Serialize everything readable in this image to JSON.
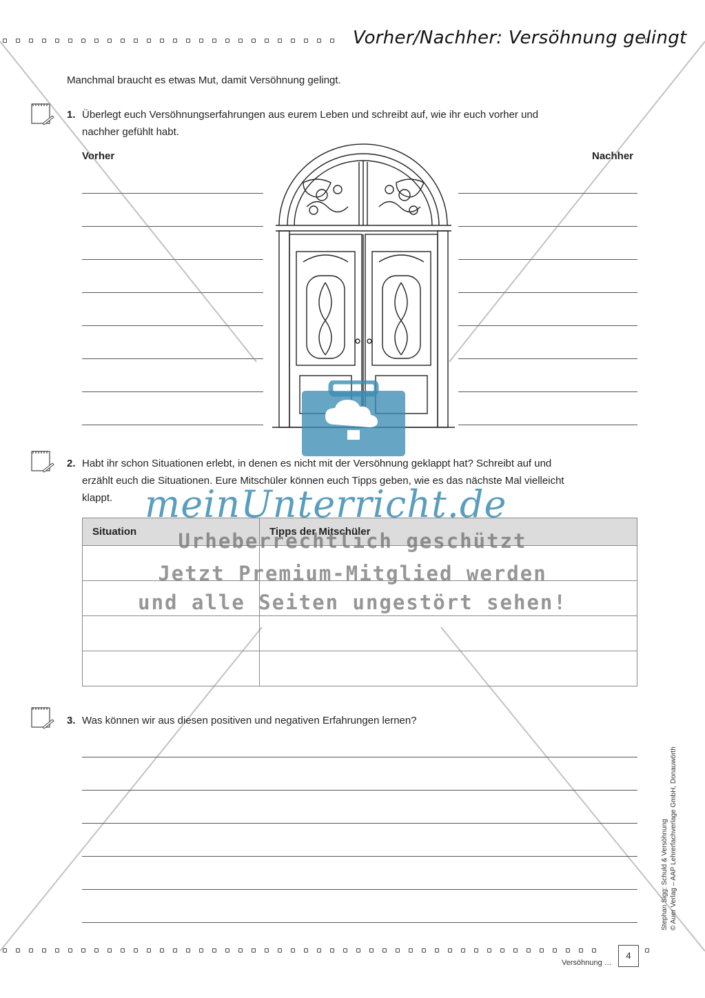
{
  "header": {
    "title": "Vorher/Nachher: Versöhnung gelingt"
  },
  "intro": "Manchmal braucht es etwas Mut, damit Versöhnung gelingt.",
  "tasks": [
    {
      "num": "1.",
      "line1": "Überlegt euch Versöhnungserfahrungen aus eurem Leben und schreibt auf, wie ihr euch vorher und",
      "line2": "nachher gefühlt habt."
    },
    {
      "num": "2.",
      "line1": "Habt ihr schon Situationen erlebt, in denen es nicht mit der Versöhnung geklappt hat? Schreibt auf und",
      "line2": "erzählt euch die Situationen. Eure Mitschüler können euch Tipps geben, wie es das nächste Mal vielleicht",
      "line3": "klappt."
    },
    {
      "num": "3.",
      "line1": "Was können wir aus diesen positiven und negativen Erfahrungen lernen?"
    }
  ],
  "columns": {
    "left": "Vorher",
    "right": "Nachher"
  },
  "table": {
    "headers": [
      "Situation",
      "Tipps der Mitschüler"
    ],
    "row_count": 4
  },
  "watermark": {
    "brand": "meinUnterricht.de",
    "line1": "Urheberrechtlich geschützt",
    "line2": "Jetzt Premium-Mitglied werden",
    "line3": "und alle Seiten ungestört sehen!"
  },
  "side_credit": {
    "line1": "Stephan Sigg: Schuld & Versöhnung",
    "line2": "© Auer Verlag – AAP Lehrerfachverlage GmbH, Donauwörth"
  },
  "footer": {
    "label": "Versöhnung …",
    "page": "4"
  },
  "icons": {
    "task_icon": "notepad-pencil-icon",
    "door_image": "ornate-double-door-illustration",
    "brand_logo": "briefcase-cloud-icon"
  },
  "colors": {
    "watermark_blue": "#3c8cb4",
    "watermark_gray": "#6e6e6e",
    "table_header": "#dcdcdc"
  }
}
